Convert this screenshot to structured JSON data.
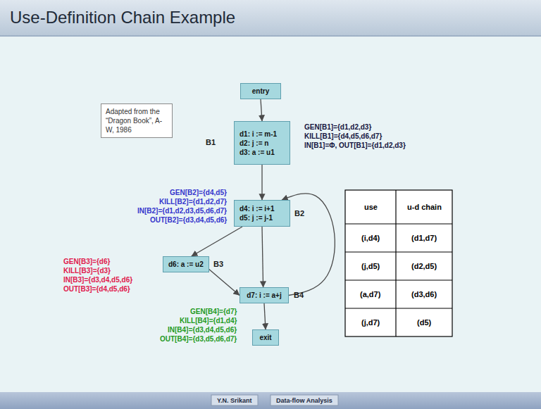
{
  "diagram": {
    "title": "Use-Definition Chain Example",
    "nodes": [
      {
        "text": [
          "Adapted from the “Dragon Book”, A-W, 1986"
        ]
      },
      {
        "text": [
          "entry"
        ]
      },
      {
        "text": [
          "d1: i := m-1",
          "d2: j := n",
          "d3: a := u1"
        ]
      },
      {
        "text": [
          "d4: i := i+1",
          "d5: j := j-1"
        ]
      },
      {
        "text": [
          "d6: a := u2"
        ]
      },
      {
        "text": [
          "d7: i := a+j"
        ]
      },
      {
        "text": [
          "exit"
        ]
      }
    ],
    "edges": [
      {
        "from": 1,
        "to": 2,
        "arrow": "to"
      },
      {
        "from": 2,
        "to": 3,
        "arrow": "to"
      },
      {
        "from": 3,
        "to": 4,
        "arrow": "to"
      },
      {
        "from": 3,
        "to": 5,
        "arrow": "to"
      },
      {
        "from": 4,
        "to": 5,
        "arrow": "to"
      },
      {
        "from": 5,
        "to": 3,
        "arrow": "to"
      },
      {
        "from": 5,
        "to": 6,
        "arrow": "to"
      }
    ],
    "labels": [
      "B1",
      "GEN[B1]={d1,d2,d3}",
      "KILL[B1]={d4,d5,d6,d7}",
      "IN[B1]=Φ, OUT[B1]={d1,d2,d3}",
      "B2",
      "GEN[B2]={d4,d5}",
      "KILL[B2]={d1,d2,d7}",
      "IN[B2]={d1,d2,d3,d5,d6,d7}",
      "OUT[B2]={d3,d4,d5,d6}",
      "B3",
      "GEN[B3]={d6}",
      "KILL[B3]={d3}",
      "IN[B3]={d3,d4,d5,d6}",
      "OUT[B3]={d4,d5,d6}",
      "B4",
      "GEN[B4]={d7}",
      "KILL[B4]={d1,d4}",
      "IN[B4]={d3,d4,d5,d6}",
      "OUT[B4]={d3,d5,d6,d7}",
      "use",
      "u-d chain",
      "(i,d4)",
      "(d1,d7)",
      "(j,d5)",
      "(d2,d5)",
      "(a,d7)",
      "(d3,d6)",
      "(j,d7)",
      "(d5)",
      "Y.N. Srikant",
      "Data-flow Analysis"
    ]
  }
}
